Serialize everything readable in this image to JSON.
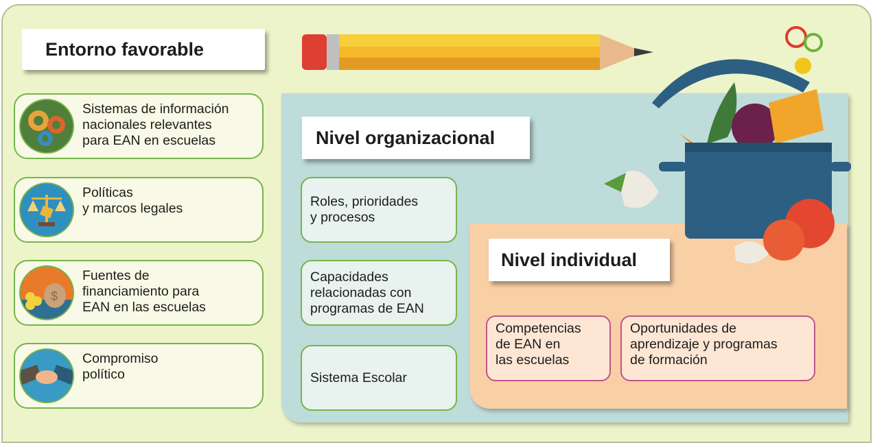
{
  "entorno": {
    "title": "Entorno favorable",
    "items": [
      {
        "label": "Sistemas de información\nnacionales relevantes\npara EAN en escuelas",
        "icon": "gears-icon"
      },
      {
        "label": "Políticas\ny marcos legales",
        "icon": "scales-icon"
      },
      {
        "label": "Fuentes de\nfinanciamiento para\nEAN en las escuelas",
        "icon": "money-bag-icon"
      },
      {
        "label": "Compromiso\npolítico",
        "icon": "handshake-icon"
      }
    ]
  },
  "organizacional": {
    "title": "Nivel organizacional",
    "items": [
      {
        "label": "Roles, prioridades\n y procesos"
      },
      {
        "label": "Capacidades\nrelacionadas con\nprogramas de EAN"
      },
      {
        "label": "Sistema Escolar"
      }
    ]
  },
  "individual": {
    "title": "Nivel individual",
    "items": [
      {
        "label": "Competencias\nde EAN en\nlas escuelas"
      },
      {
        "label": "Oportunidades de\naprendizaje y programas\nde formación"
      }
    ]
  },
  "decorations": [
    "pencil-icon",
    "cooking-pot-icon"
  ],
  "colors": {
    "background": "#eef4c9",
    "green_border": "#76b44b",
    "org_panel": "#bedcd9",
    "ind_panel": "#f9cfa6",
    "ind_border": "#c0548c"
  }
}
